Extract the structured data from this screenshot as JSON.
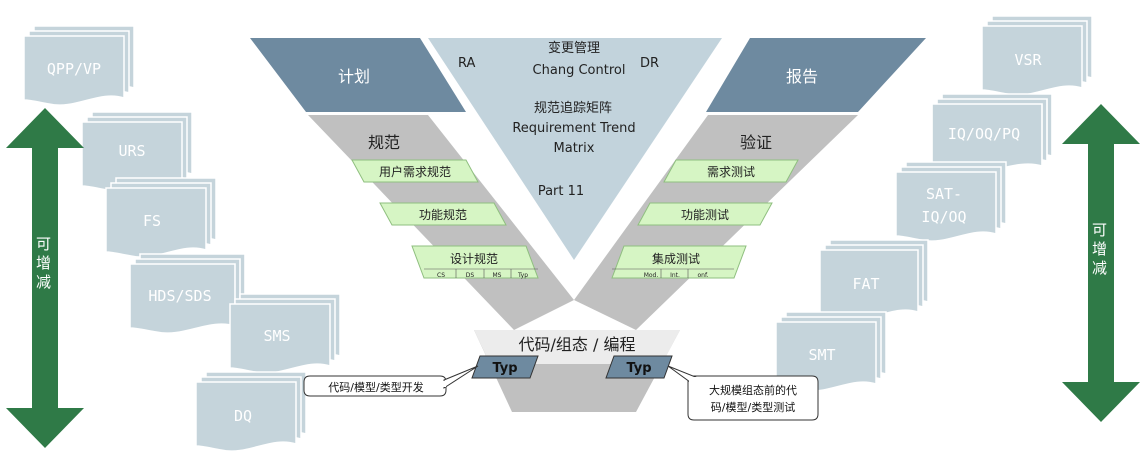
{
  "left_docs": [
    "QPP/VP",
    "URS",
    "FS",
    "HDS/SDS",
    "SMS",
    "DQ"
  ],
  "right_docs": [
    "VSR",
    "IQ/OQ/PQ",
    "SAT-",
    "IQ/OQ",
    "FAT",
    "SMT"
  ],
  "arrow_label": "可增减",
  "top": {
    "plan": "计划",
    "report": "报告",
    "ra": "RA",
    "dr": "DR",
    "center_line1": "变更管理",
    "center_line2": "Chang Control",
    "center_line3": "规范追踪矩阵",
    "center_line4": "Requirement Trend",
    "center_line5": "Matrix",
    "center_line6": "Part 11"
  },
  "spec": {
    "title": "规范",
    "urs": "用户需求规范",
    "fs": "功能规范",
    "ds": "设计规范",
    "ds_subs": [
      "CS",
      "DS",
      "MS",
      "Typ"
    ]
  },
  "verify": {
    "title": "验证",
    "rt": "需求测试",
    "ft": "功能测试",
    "it": "集成测试",
    "it_subs": [
      "Mod.",
      "Int.",
      "onf."
    ]
  },
  "bottom": {
    "title": "代码/组态 / 编程",
    "typ": "Typ",
    "left_callout": "代码/模型/类型开发",
    "right_callout_line1": "大规模组态前的代",
    "right_callout_line2": "码/模型/类型测试"
  },
  "colors": {
    "doc_fill": "#c5d4db",
    "plan_blue": "#6e8aa0",
    "center_triangle": "#c2d3dc",
    "gray_band": "#c0c0c0",
    "green_box": "#d6f5c4",
    "arrow_green": "#2f7a47"
  }
}
